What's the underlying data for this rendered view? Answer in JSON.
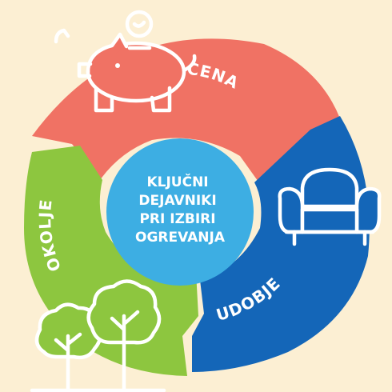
{
  "center": {
    "lines": [
      "KLJUČNI",
      "DEJAVNIKI",
      "PRI IZBIRI",
      "OGREVANJA"
    ]
  },
  "segments": [
    {
      "label": "CENA",
      "icon": "piggy-bank-icon",
      "color": "#f07264"
    },
    {
      "label": "UDOBJE",
      "icon": "armchair-icon",
      "color": "#1466b8"
    },
    {
      "label": "OKOLJE",
      "icon": "trees-icon",
      "color": "#8dc63f"
    }
  ],
  "colors": {
    "background": "#fcefd3",
    "center_circle": "#3daee3",
    "text": "#ffffff"
  }
}
